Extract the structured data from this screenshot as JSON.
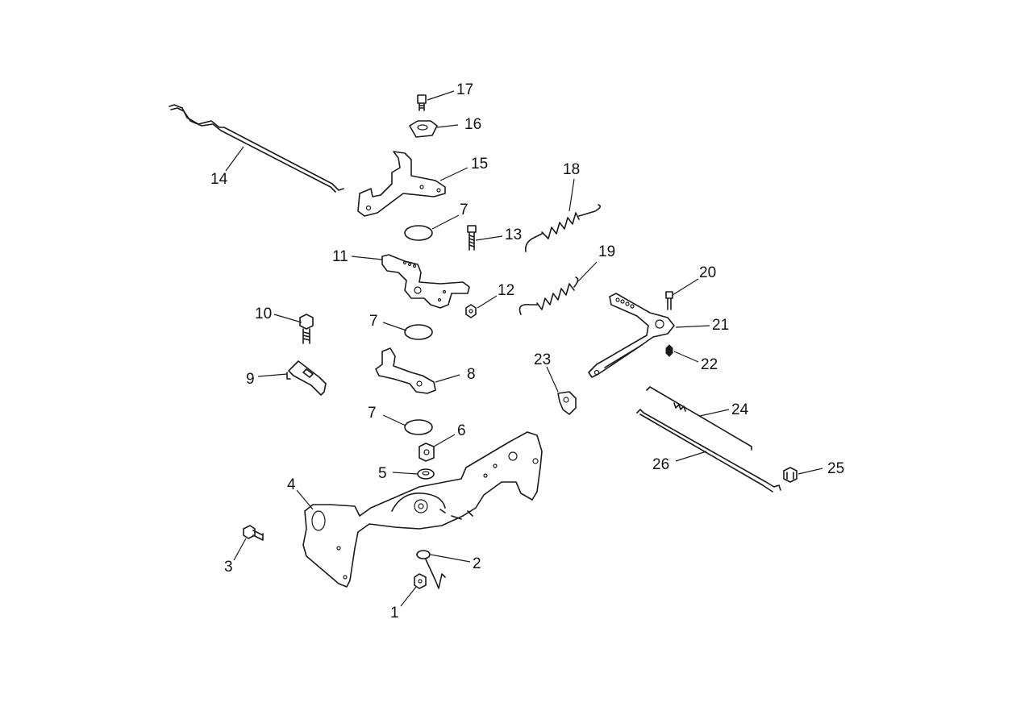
{
  "diagram": {
    "callouts": [
      {
        "id": "c1",
        "label": "1"
      },
      {
        "id": "c2",
        "label": "2"
      },
      {
        "id": "c3",
        "label": "3"
      },
      {
        "id": "c4",
        "label": "4"
      },
      {
        "id": "c5",
        "label": "5"
      },
      {
        "id": "c6",
        "label": "6"
      },
      {
        "id": "c7a",
        "label": "7"
      },
      {
        "id": "c7b",
        "label": "7"
      },
      {
        "id": "c7c",
        "label": "7"
      },
      {
        "id": "c8",
        "label": "8"
      },
      {
        "id": "c9",
        "label": "9"
      },
      {
        "id": "c10",
        "label": "10"
      },
      {
        "id": "c11",
        "label": "11"
      },
      {
        "id": "c12",
        "label": "12"
      },
      {
        "id": "c13",
        "label": "13"
      },
      {
        "id": "c14",
        "label": "14"
      },
      {
        "id": "c15",
        "label": "15"
      },
      {
        "id": "c16",
        "label": "16"
      },
      {
        "id": "c17",
        "label": "17"
      },
      {
        "id": "c18",
        "label": "18"
      },
      {
        "id": "c19",
        "label": "19"
      },
      {
        "id": "c20",
        "label": "20"
      },
      {
        "id": "c21",
        "label": "21"
      },
      {
        "id": "c22",
        "label": "22"
      },
      {
        "id": "c23",
        "label": "23"
      },
      {
        "id": "c24",
        "label": "24"
      },
      {
        "id": "c25",
        "label": "25"
      },
      {
        "id": "c26",
        "label": "26"
      }
    ]
  }
}
